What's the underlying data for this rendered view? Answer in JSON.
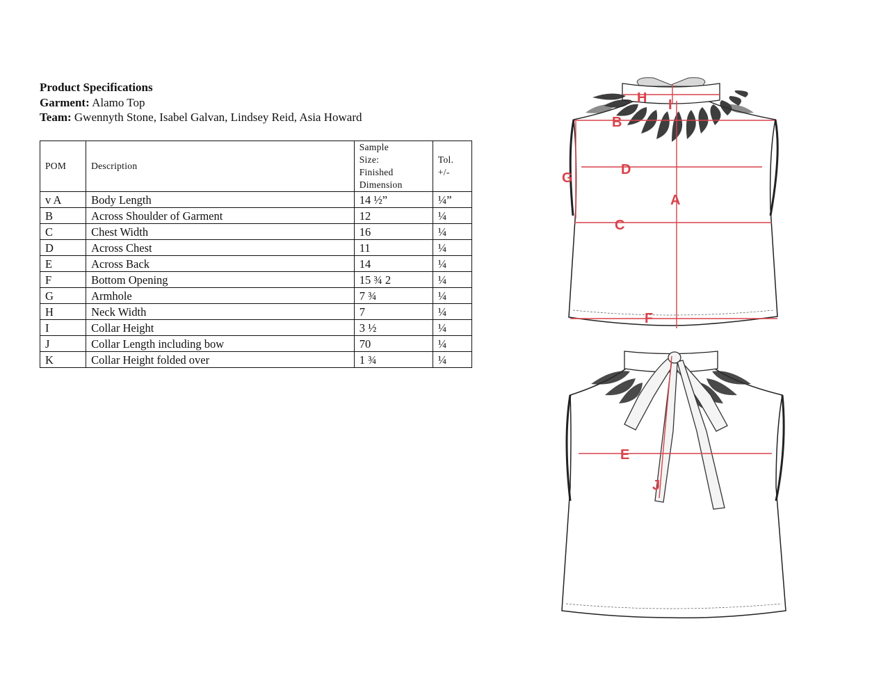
{
  "header": {
    "title": "Product Specifications",
    "garment_label": "Garment:",
    "garment_value": "Alamo Top",
    "team_label": "Team:",
    "team_value": "Gwennyth Stone, Isabel Galvan, Lindsey Reid, Asia Howard"
  },
  "table": {
    "headers": {
      "pom": "POM",
      "description": "Description",
      "sample_line1": "Sample",
      "sample_line2": "Size:",
      "sample_line3": "Finished",
      "sample_line4": "Dimension",
      "tol_line1": "Tol.",
      "tol_line2": "+/-"
    },
    "rows": [
      {
        "pom": "v A",
        "description": "Body Length",
        "sample": "14 ½”",
        "tol": "¼”"
      },
      {
        "pom": "B",
        "description": "Across Shoulder of Garment",
        "sample": "12",
        "tol": "¼"
      },
      {
        "pom": "C",
        "description": "Chest Width",
        "sample": "16",
        "tol": "¼"
      },
      {
        "pom": "D",
        "description": "Across Chest",
        "sample": "11",
        "tol": "¼"
      },
      {
        "pom": "E",
        "description": "Across Back",
        "sample": "14",
        "tol": "¼"
      },
      {
        "pom": "F",
        "description": "Bottom Opening",
        "sample": "15 ¾ 2",
        "tol": "¼"
      },
      {
        "pom": "G",
        "description": "Armhole",
        "sample": "7 ¾",
        "tol": "¼"
      },
      {
        "pom": "H",
        "description": "Neck Width",
        "sample": "7",
        "tol": "¼"
      },
      {
        "pom": "I",
        "description": "Collar Height",
        "sample": "3 ½",
        "tol": "¼"
      },
      {
        "pom": "J",
        "description": "Collar Length including bow",
        "sample": "70",
        "tol": "¼"
      },
      {
        "pom": "K",
        "description": "Collar Height folded over",
        "sample": "1 ¾",
        "tol": "¼"
      }
    ]
  },
  "drawing": {
    "front_labels": {
      "a": "A",
      "b": "B",
      "c": "C",
      "d": "D",
      "f": "F",
      "g": "G",
      "h": "H",
      "i": "I"
    },
    "back_labels": {
      "e": "E",
      "j": "J"
    },
    "measure_color": "#d9424b",
    "feather_color": "#2a2a2a"
  }
}
